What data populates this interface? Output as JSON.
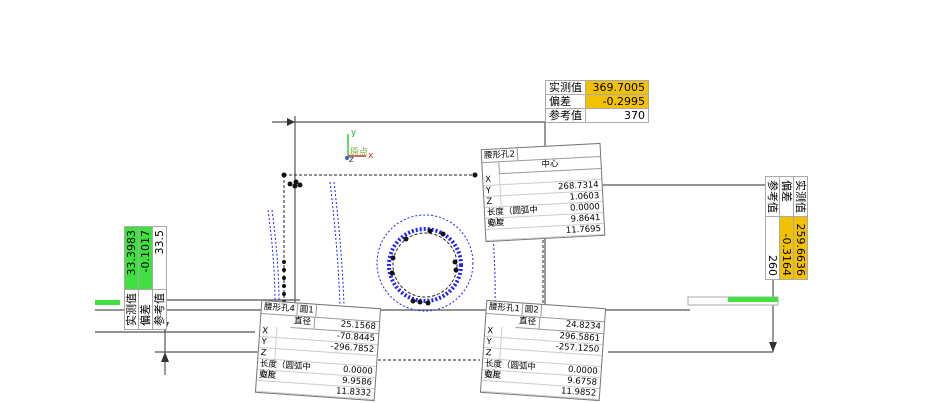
{
  "origin_axes": {
    "x_label": "x",
    "y_label": "y",
    "z_label": "z",
    "origin_label": "原点"
  },
  "dimensions": [
    {
      "id": "top",
      "rows": [
        {
          "label": "实测值",
          "value": "369.7005",
          "highlight": "yellow"
        },
        {
          "label": "偏差",
          "value": "-0.2995",
          "highlight": "yellow"
        },
        {
          "label": "参考值",
          "value": "370",
          "highlight": "none"
        }
      ]
    },
    {
      "id": "right",
      "rows": [
        {
          "label": "实测值",
          "value": "259.6636",
          "highlight": "yellow"
        },
        {
          "label": "偏差",
          "value": "-0.3164",
          "highlight": "yellow"
        },
        {
          "label": "参考值",
          "value": "260",
          "highlight": "none"
        }
      ]
    },
    {
      "id": "left",
      "rows": [
        {
          "label": "实测值",
          "value": "33.3983",
          "highlight": "green"
        },
        {
          "label": "偏差",
          "value": "-0.1017",
          "highlight": "green"
        },
        {
          "label": "参考值",
          "value": "33.5",
          "highlight": "none"
        }
      ]
    }
  ],
  "features": [
    {
      "id": "slot2",
      "title": "腰形孔2",
      "header": "中心",
      "x": "",
      "y": "268.7314",
      "z": "1.0603",
      "length_label": "长度（圆弧中心）",
      "length": "0.0000",
      "width_label": "宽度",
      "width_a": "9.8641",
      "width_b": "11.7695"
    },
    {
      "id": "slot4",
      "title": "腰形孔4",
      "circle": "圆1",
      "diam_label": "直径",
      "diameter": "25.1568",
      "x": "-70.8445",
      "y": "-296.7852",
      "z": "",
      "length_label": "长度（圆弧中心）",
      "length": "0.0000",
      "width_label": "宽度",
      "width_a": "9.9586",
      "width_b": "11.8332"
    },
    {
      "id": "slot1",
      "title": "腰形孔1",
      "circle": "圆2",
      "diam_label": "直径",
      "diameter": "24.8234",
      "x": "296.5861",
      "y": "-257.1250",
      "z": "",
      "length_label": "长度（圆弧中心）",
      "length": "0.0000",
      "width_label": "宽度",
      "width_a": "9.6758",
      "width_b": "11.9852"
    }
  ],
  "colors": {
    "yellow": "#f2c200",
    "green": "#3fe03f",
    "blue_points": "#2020ff"
  }
}
